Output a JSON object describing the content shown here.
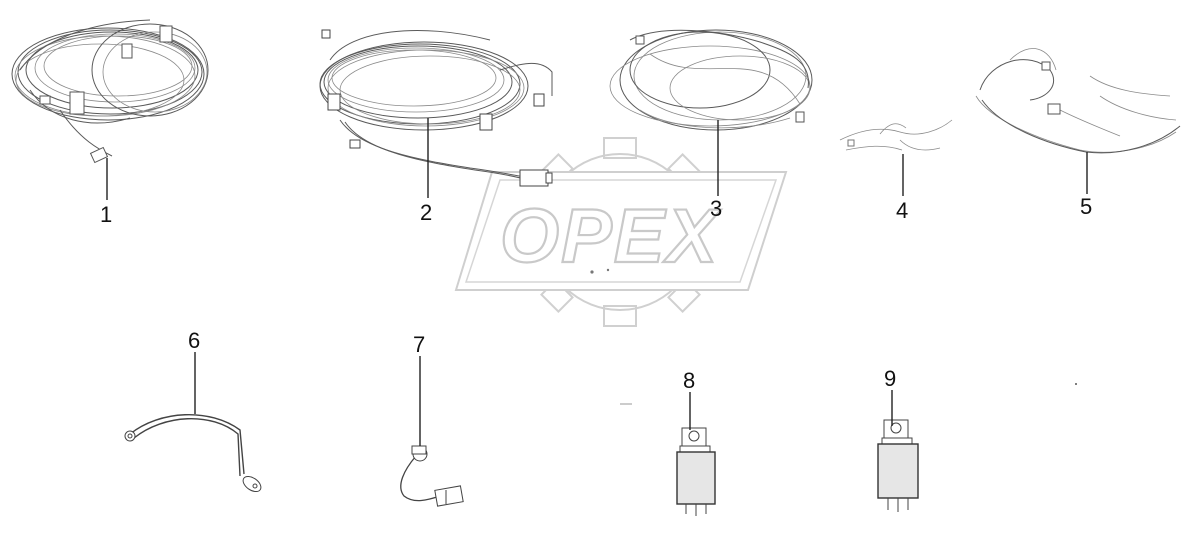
{
  "watermark": {
    "text": "OPEX"
  },
  "parts": [
    {
      "id": "part-1",
      "number": "1"
    },
    {
      "id": "part-2",
      "number": "2"
    },
    {
      "id": "part-3",
      "number": "3"
    },
    {
      "id": "part-4",
      "number": "4"
    },
    {
      "id": "part-5",
      "number": "5"
    },
    {
      "id": "part-6",
      "number": "6"
    },
    {
      "id": "part-7",
      "number": "7"
    },
    {
      "id": "part-8",
      "number": "8"
    },
    {
      "id": "part-9",
      "number": "9"
    }
  ],
  "colors": {
    "line": "#5a5a5a",
    "watermark": "#c9c9c9",
    "relay_body": "#e6e6e6"
  }
}
